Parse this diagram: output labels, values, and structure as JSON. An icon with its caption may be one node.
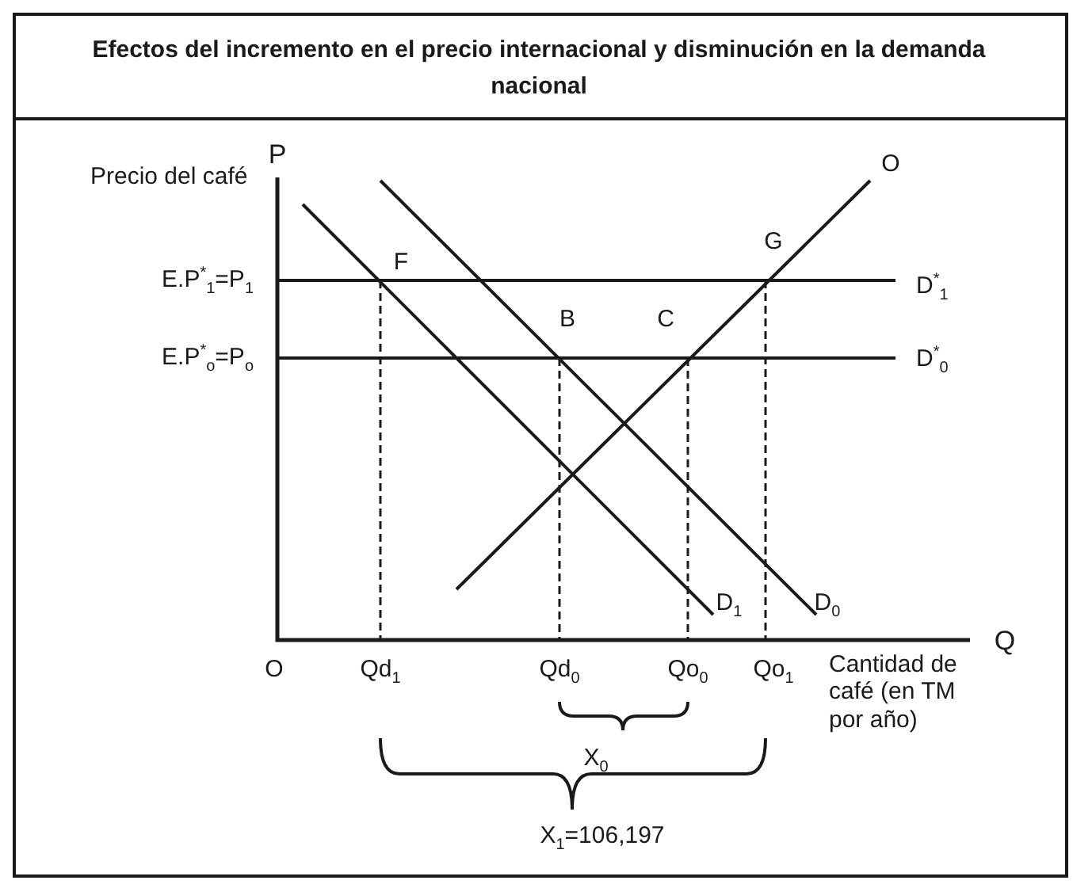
{
  "diagram": {
    "title": "Efectos del incremento en el precio internacional y disminución en la demanda nacional",
    "labels": [
      "P",
      "O",
      "Precio del café",
      "G",
      "F",
      "E.P$^{*}$$_{1}$=P$_{1}$",
      "D$^{*}$$_{1}$",
      "B",
      "C",
      "E.P$^{*}$$_{o}$=P$_{o}$",
      "D$^{*}$$_{0}$",
      "D$_{1}$",
      "D$_{0}$",
      "Q",
      "O",
      "Qd$_{1}$",
      "Qd$_{0}$",
      "Qo$_{0}$",
      "Qo$_{1}$",
      "Cantidad de café (en TM por año)",
      "X$_{0}$",
      "X$_{1}$=106,197"
    ]
  }
}
